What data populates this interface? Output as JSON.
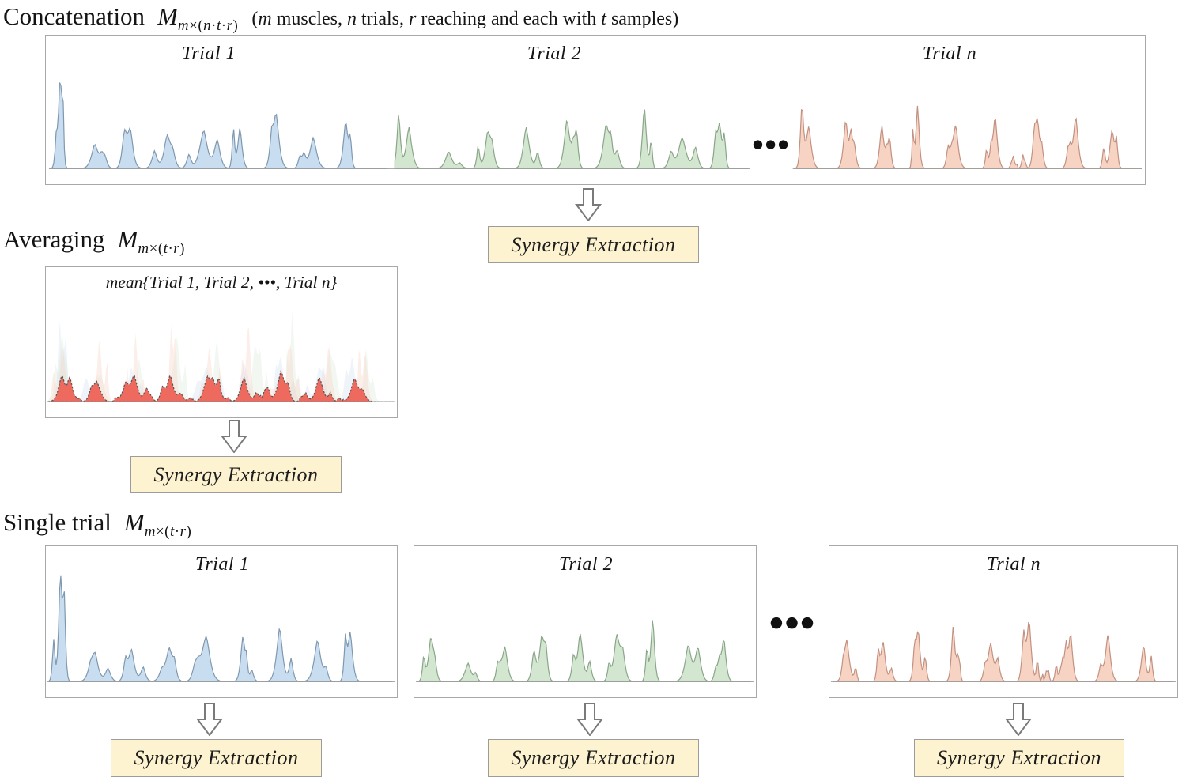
{
  "sections": {
    "concatenation": {
      "title": "Concatenation",
      "matrix_base": "M",
      "matrix_subscript": [
        {
          "t": "m",
          "i": true
        },
        {
          "t": "×(",
          "i": false
        },
        {
          "t": "n",
          "i": true
        },
        {
          "t": "·",
          "i": false
        },
        {
          "t": "t",
          "i": true
        },
        {
          "t": "·",
          "i": false
        },
        {
          "t": "r",
          "i": true
        },
        {
          "t": ")",
          "i": false
        }
      ],
      "note": [
        {
          "t": "(",
          "i": false
        },
        {
          "t": "m",
          "i": true
        },
        {
          "t": " muscles, ",
          "i": false
        },
        {
          "t": "n",
          "i": true
        },
        {
          "t": " trials, ",
          "i": false
        },
        {
          "t": "r",
          "i": true
        },
        {
          "t": " reaching and each with ",
          "i": false
        },
        {
          "t": "t",
          "i": true
        },
        {
          "t": " samples)",
          "i": false
        }
      ]
    },
    "averaging": {
      "title": "Averaging",
      "matrix_base": "M",
      "matrix_subscript": [
        {
          "t": "m",
          "i": true
        },
        {
          "t": "×(",
          "i": false
        },
        {
          "t": "t",
          "i": true
        },
        {
          "t": "·",
          "i": false
        },
        {
          "t": "r",
          "i": true
        },
        {
          "t": ")",
          "i": false
        }
      ]
    },
    "single_trial": {
      "title": "Single trial",
      "matrix_base": "M",
      "matrix_subscript": [
        {
          "t": "m",
          "i": true
        },
        {
          "t": "×(",
          "i": false
        },
        {
          "t": "t",
          "i": true
        },
        {
          "t": "·",
          "i": false
        },
        {
          "t": "r",
          "i": true
        },
        {
          "t": ")",
          "i": false
        }
      ]
    }
  },
  "panels": {
    "concatenation": {
      "trial_labels": [
        "Trial 1",
        "Trial 2",
        "Trial n"
      ]
    },
    "averaging": {
      "header": "mean{Trial 1, Trial 2, •••, Trial n}"
    },
    "single_trials": {
      "labels": [
        "Trial 1",
        "Trial 2",
        "Trial n"
      ]
    }
  },
  "synergy_label": "Synergy Extraction",
  "ellipsis": "●●●",
  "colors": {
    "blue_fill": "#c9ddf1",
    "blue_stroke": "#7f98ae",
    "green_fill": "#d3e6d0",
    "green_stroke": "#8aa689",
    "salmon_fill": "#f7d3c4",
    "salmon_stroke": "#c39180",
    "red_fill": "#ee6a5e",
    "red_stroke": "#555555",
    "panel_border": "#a8a8a8",
    "baseline": "#8f8f8f",
    "box_fill": "#fdf3d1",
    "box_border": "#9c9c9c",
    "arrow_stroke": "#7a7a7a",
    "text": "#141414"
  },
  "waveforms": {
    "trial1": {
      "peaks": [
        {
          "x": 0.033,
          "h": 0.8,
          "w": 0.01
        },
        {
          "x": 0.135,
          "h": 0.19,
          "w": 0.02
        },
        {
          "x": 0.24,
          "h": 0.27,
          "w": 0.018
        },
        {
          "x": 0.35,
          "h": 0.23,
          "w": 0.02
        },
        {
          "x": 0.458,
          "h": 0.3,
          "w": 0.024
        },
        {
          "x": 0.565,
          "h": 0.31,
          "w": 0.013
        },
        {
          "x": 0.672,
          "h": 0.38,
          "w": 0.018
        },
        {
          "x": 0.782,
          "h": 0.28,
          "w": 0.02
        },
        {
          "x": 0.878,
          "h": 0.38,
          "w": 0.014
        }
      ]
    },
    "trial2": {
      "peaks": [
        {
          "x": 0.04,
          "h": 0.36,
          "w": 0.016
        },
        {
          "x": 0.152,
          "h": 0.15,
          "w": 0.018
        },
        {
          "x": 0.262,
          "h": 0.24,
          "w": 0.016
        },
        {
          "x": 0.372,
          "h": 0.34,
          "w": 0.016
        },
        {
          "x": 0.487,
          "h": 0.36,
          "w": 0.016
        },
        {
          "x": 0.597,
          "h": 0.34,
          "w": 0.018
        },
        {
          "x": 0.705,
          "h": 0.55,
          "w": 0.011
        },
        {
          "x": 0.812,
          "h": 0.26,
          "w": 0.02
        },
        {
          "x": 0.918,
          "h": 0.34,
          "w": 0.013
        }
      ]
    },
    "trialn": {
      "peaks": [
        {
          "x": 0.042,
          "h": 0.34,
          "w": 0.015
        },
        {
          "x": 0.148,
          "h": 0.34,
          "w": 0.013
        },
        {
          "x": 0.252,
          "h": 0.37,
          "w": 0.012
        },
        {
          "x": 0.355,
          "h": 0.46,
          "w": 0.01
        },
        {
          "x": 0.465,
          "h": 0.3,
          "w": 0.015
        },
        {
          "x": 0.578,
          "h": 0.45,
          "w": 0.013
        },
        {
          "x": 0.63,
          "h": 0.1,
          "w": 0.007
        },
        {
          "x": 0.658,
          "h": 0.12,
          "w": 0.007
        },
        {
          "x": 0.7,
          "h": 0.38,
          "w": 0.012
        },
        {
          "x": 0.81,
          "h": 0.36,
          "w": 0.015
        },
        {
          "x": 0.915,
          "h": 0.29,
          "w": 0.013
        }
      ]
    },
    "mean_red": {
      "peaks": [
        {
          "x": 0.04,
          "h": 0.22,
          "w": 0.02
        },
        {
          "x": 0.09,
          "h": 0.03,
          "w": 0.008
        },
        {
          "x": 0.14,
          "h": 0.19,
          "w": 0.02
        },
        {
          "x": 0.195,
          "h": 0.03,
          "w": 0.008
        },
        {
          "x": 0.248,
          "h": 0.22,
          "w": 0.02
        },
        {
          "x": 0.3,
          "h": 0.03,
          "w": 0.008
        },
        {
          "x": 0.352,
          "h": 0.2,
          "w": 0.02
        },
        {
          "x": 0.41,
          "h": 0.03,
          "w": 0.008
        },
        {
          "x": 0.46,
          "h": 0.23,
          "w": 0.02
        },
        {
          "x": 0.52,
          "h": 0.04,
          "w": 0.008
        },
        {
          "x": 0.565,
          "h": 0.22,
          "w": 0.02
        },
        {
          "x": 0.625,
          "h": 0.05,
          "w": 0.008
        },
        {
          "x": 0.672,
          "h": 0.25,
          "w": 0.02
        },
        {
          "x": 0.73,
          "h": 0.04,
          "w": 0.008
        },
        {
          "x": 0.782,
          "h": 0.22,
          "w": 0.02
        },
        {
          "x": 0.84,
          "h": 0.04,
          "w": 0.008
        },
        {
          "x": 0.885,
          "h": 0.2,
          "w": 0.02
        }
      ]
    }
  }
}
